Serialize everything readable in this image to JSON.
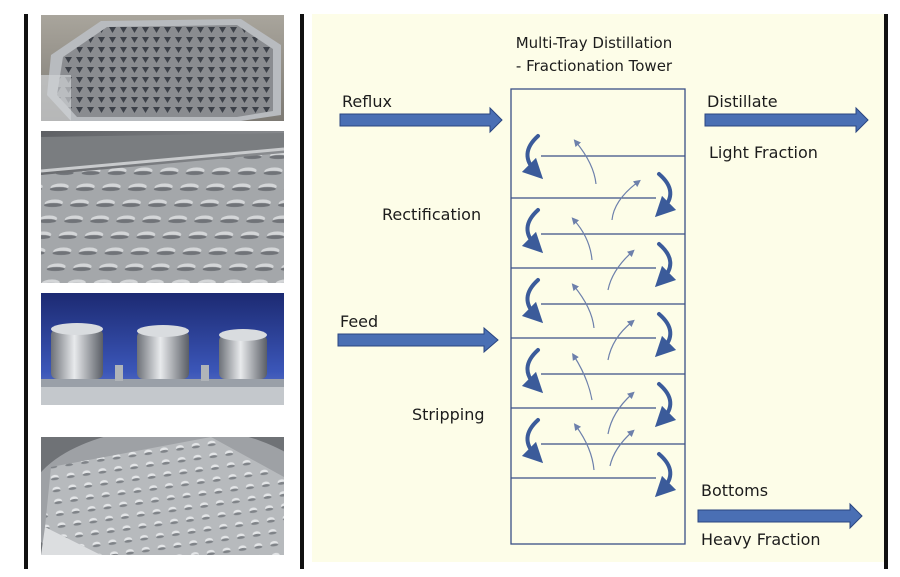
{
  "diagram": {
    "title_line1": "Multi-Tray Distillation",
    "title_line2": "- Fractionation Tower",
    "labels": {
      "reflux": "Reflux",
      "feed": "Feed",
      "distillate": "Distillate",
      "light_fraction": "Light Fraction",
      "rectification": "Rectification",
      "stripping": "Stripping",
      "bottoms": "Bottoms",
      "heavy_fraction": "Heavy Fraction"
    },
    "colors": {
      "arrow_fill": "#4a6fb4",
      "arrow_edge": "#2a4580",
      "tower_line": "#3b4f86",
      "panel_bg": "#fdfde8"
    }
  },
  "photos": [
    {
      "name": "valve-tray-photo"
    },
    {
      "name": "fixed-valve-tray-photo"
    },
    {
      "name": "bubble-cap-tray-photo"
    },
    {
      "name": "sieve-tray-photo"
    }
  ]
}
